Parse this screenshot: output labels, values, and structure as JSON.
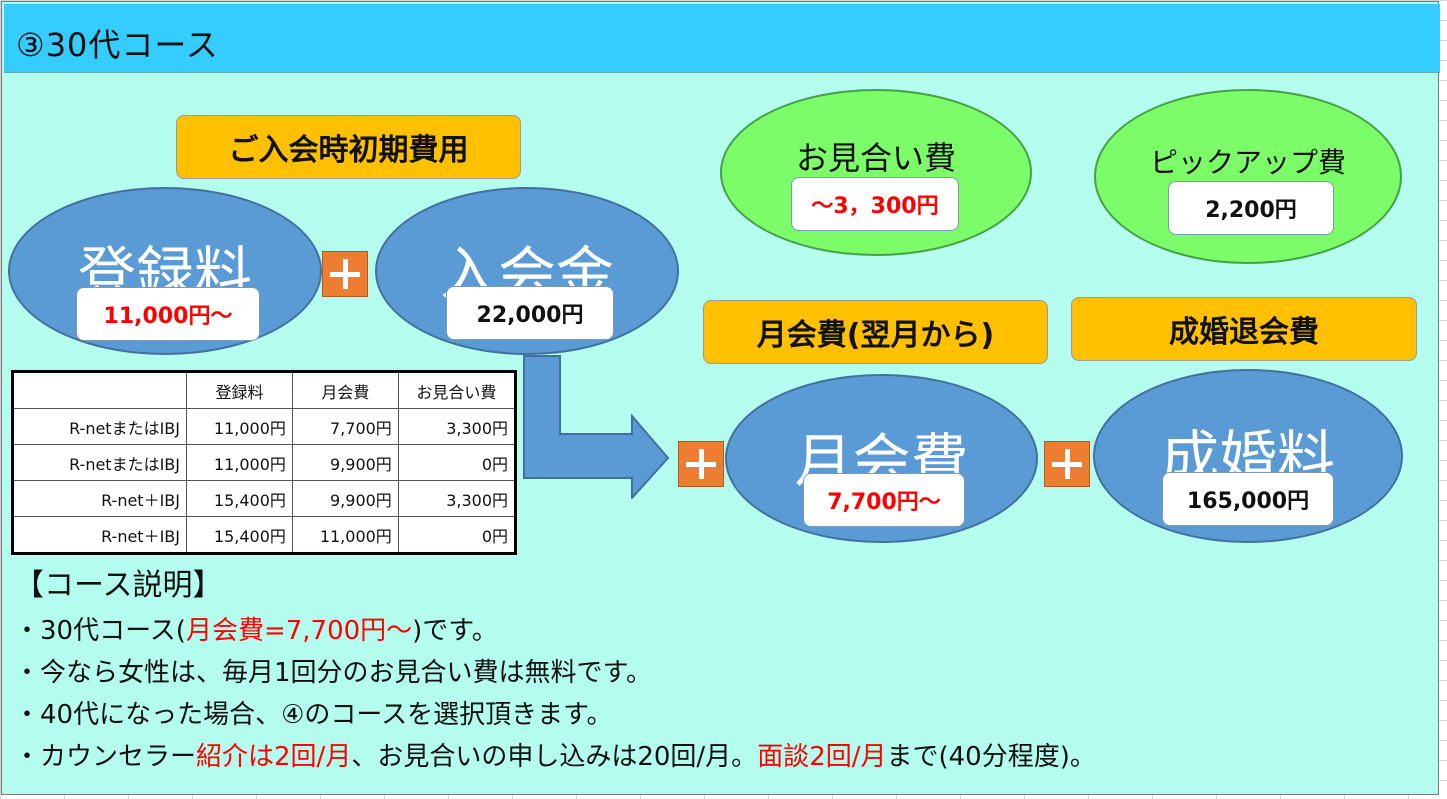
{
  "header": {
    "title": "③30代コース"
  },
  "initial_fee_label": "ご入会時初期費用",
  "registration": {
    "title": "登録料",
    "price": "11,000円～"
  },
  "admission": {
    "title": "入会金",
    "price": "22,000円"
  },
  "matchmaking": {
    "title": "お見合い費",
    "price": "～3，300円"
  },
  "pickup": {
    "title": "ピックアップ費",
    "price": "2,200円"
  },
  "monthly_label": "月会費(翌月から)",
  "marriage_exit_label": "成婚退会費",
  "monthly": {
    "title": "月会費",
    "price": "7,700円～"
  },
  "marriage": {
    "title": "成婚料",
    "price": "165,000円"
  },
  "fee_table": {
    "headers": [
      "",
      "登録料",
      "月会費",
      "お見合い費"
    ],
    "rows": [
      [
        "R-netまたはIBJ",
        "11,000円",
        "7,700円",
        "3,300円"
      ],
      [
        "R-netまたはIBJ",
        "11,000円",
        "9,900円",
        "0円"
      ],
      [
        "R-net＋IBJ",
        "15,400円",
        "9,900円",
        "3,300円"
      ],
      [
        "R-net＋IBJ",
        "15,400円",
        "11,000円",
        "0円"
      ]
    ]
  },
  "description": {
    "heading": "【コース説明】",
    "line1": {
      "prefix": "・30代コース(",
      "highlight": "月会費=7,700円～",
      "suffix": ")です。"
    },
    "line2": "・今なら女性は、毎月1回分のお見合い費は無料です。",
    "line3": "・40代になった場合、④のコースを選択頂きます。",
    "line4": {
      "part1": "・カウンセラー",
      "part2": "紹介は2回/月",
      "part3": "、お見合いの申し込みは20回/月。",
      "part4": "面談2回/月",
      "part5": "まで(40分程度)。"
    }
  },
  "colors": {
    "panel_bg": "#b4fcee",
    "header_bg": "#35ccff",
    "label_bg": "#ffc000",
    "ellipse_blue": "#5b9bd5",
    "ellipse_green": "#7cfc68",
    "plus_orange": "#ed7d31",
    "highlight_red": "#ff0000"
  },
  "icons": [
    "plus-icon",
    "arrow-icon"
  ]
}
